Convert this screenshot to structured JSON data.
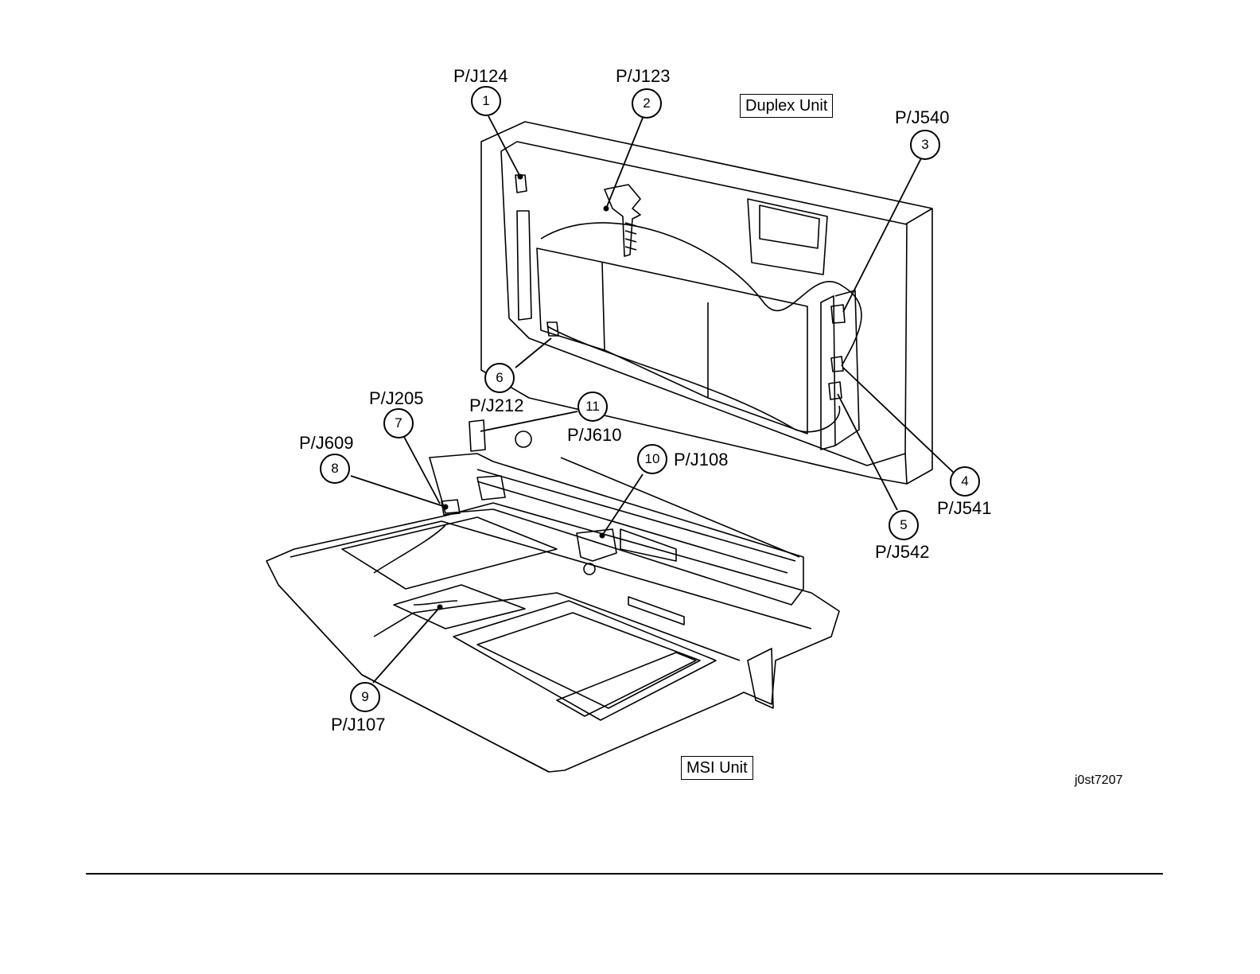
{
  "units": {
    "duplex": "Duplex Unit",
    "msi": "MSI Unit"
  },
  "callouts": [
    {
      "n": "1",
      "connector": "P/J124"
    },
    {
      "n": "2",
      "connector": "P/J123"
    },
    {
      "n": "3",
      "connector": "P/J540"
    },
    {
      "n": "4",
      "connector": "P/J541"
    },
    {
      "n": "5",
      "connector": "P/J542"
    },
    {
      "n": "6",
      "connector": ""
    },
    {
      "n": "7",
      "connector": "P/J205"
    },
    {
      "n": "8",
      "connector": "P/J609"
    },
    {
      "n": "9",
      "connector": "P/J107"
    },
    {
      "n": "10",
      "connector": "P/J108"
    },
    {
      "n": "11",
      "connector": "P/J610"
    }
  ],
  "extra_labels": {
    "pj212": "P/J212"
  },
  "figure_id": "j0st7207"
}
